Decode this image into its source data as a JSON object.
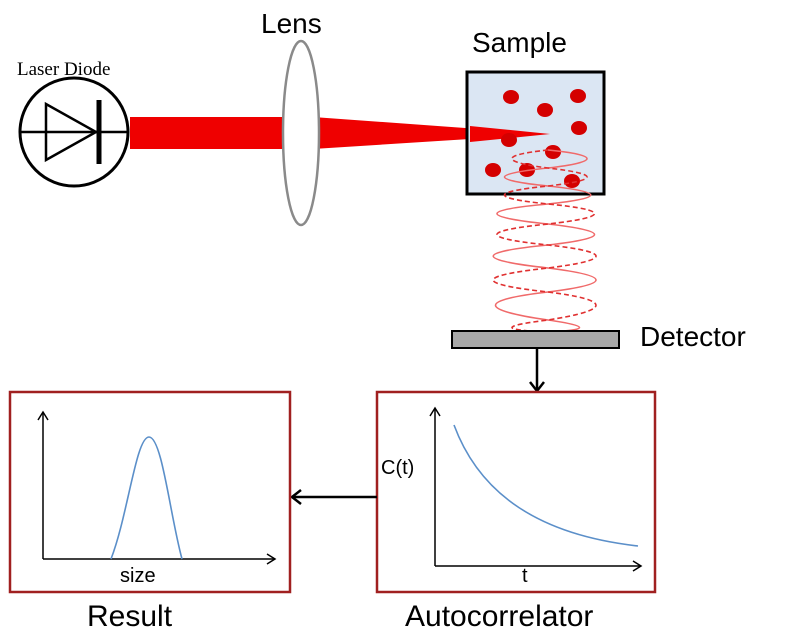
{
  "labels": {
    "laser": "Laser Diode",
    "lens": "Lens",
    "sample": "Sample",
    "detector": "Detector",
    "result": "Result",
    "autocorrelator": "Autocorrelator",
    "result_xlabel": "size",
    "autocorr_ylabel": "C(t)",
    "autocorr_xlabel": "t"
  },
  "colors": {
    "beam": "#ef0000",
    "particle": "#d40000",
    "sample_fill": "#dbe6f3",
    "box_border": "#a02020",
    "curve": "#5b8fc9",
    "detector": "#a8a8a8",
    "wave": "#f06a6a"
  }
}
